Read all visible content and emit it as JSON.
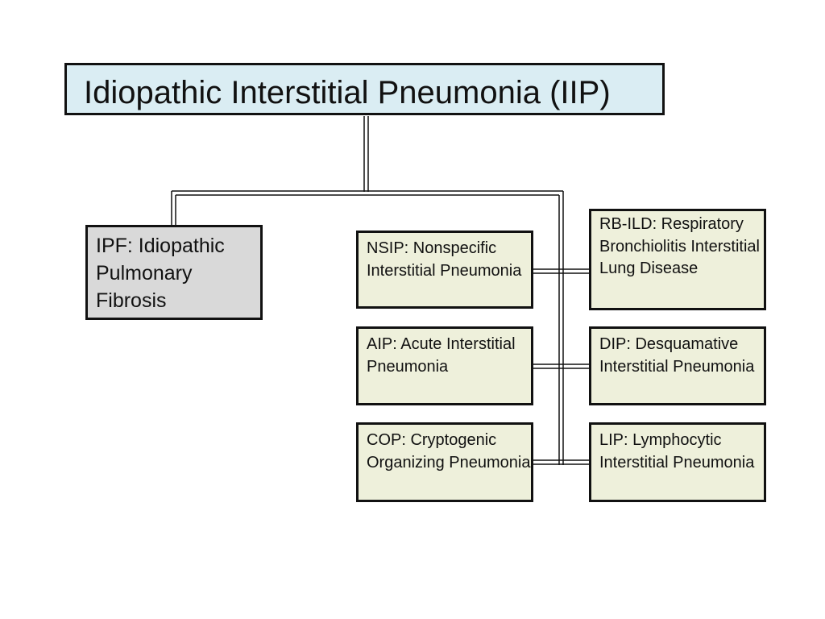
{
  "title": "Idiopathic Interstitial Pneumonia (IIP)",
  "nodes": {
    "ipf": "IPF: Idiopathic Pulmonary Fibrosis",
    "nsip": "NSIP: Nonspecific Interstitial Pneumonia",
    "aip": "AIP: Acute Interstitial Pneumonia",
    "cop": "COP: Cryptogenic Organizing Pneumonia",
    "rbild": "RB-ILD: Respiratory Bronchiolitis Interstitial Lung Disease",
    "dip": "DIP: Desquamative Interstitial Pneumonia",
    "lip": "LIP: Lymphocytic Interstitial Pneumonia"
  },
  "colors": {
    "title_fill": "#daedf3",
    "ipf_fill": "#d9d9d9",
    "node_fill": "#eef0db",
    "stroke": "#111111"
  }
}
